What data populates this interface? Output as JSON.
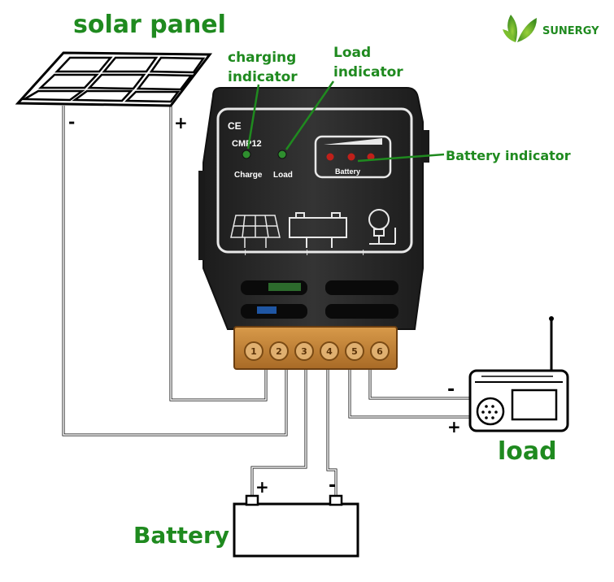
{
  "labels": {
    "solar_panel": "solar panel",
    "charging_indicator_line1": "charging",
    "charging_indicator_line2": "indicator",
    "load_indicator_line1": "Load",
    "load_indicator_line2": "indicator",
    "battery_indicator": "Battery indicator",
    "load": "load",
    "battery": "Battery"
  },
  "brand": {
    "name": "SUNERGY",
    "color": "#1f8a1f"
  },
  "controller": {
    "ce_mark": "CE",
    "model": "CMP12",
    "charge_label": "Charge",
    "load_label": "Load",
    "battery_label": "Battery",
    "terminals": [
      "1",
      "2",
      "3",
      "4",
      "5",
      "6"
    ]
  },
  "polarity": {
    "plus": "+",
    "minus": "-"
  },
  "colors": {
    "label_green": "#1f8a1f",
    "controller_body": "#2b2b2b",
    "terminal_copper": "#c98d3a",
    "led_green": "#2f8f2f",
    "led_red": "#c0201a"
  }
}
